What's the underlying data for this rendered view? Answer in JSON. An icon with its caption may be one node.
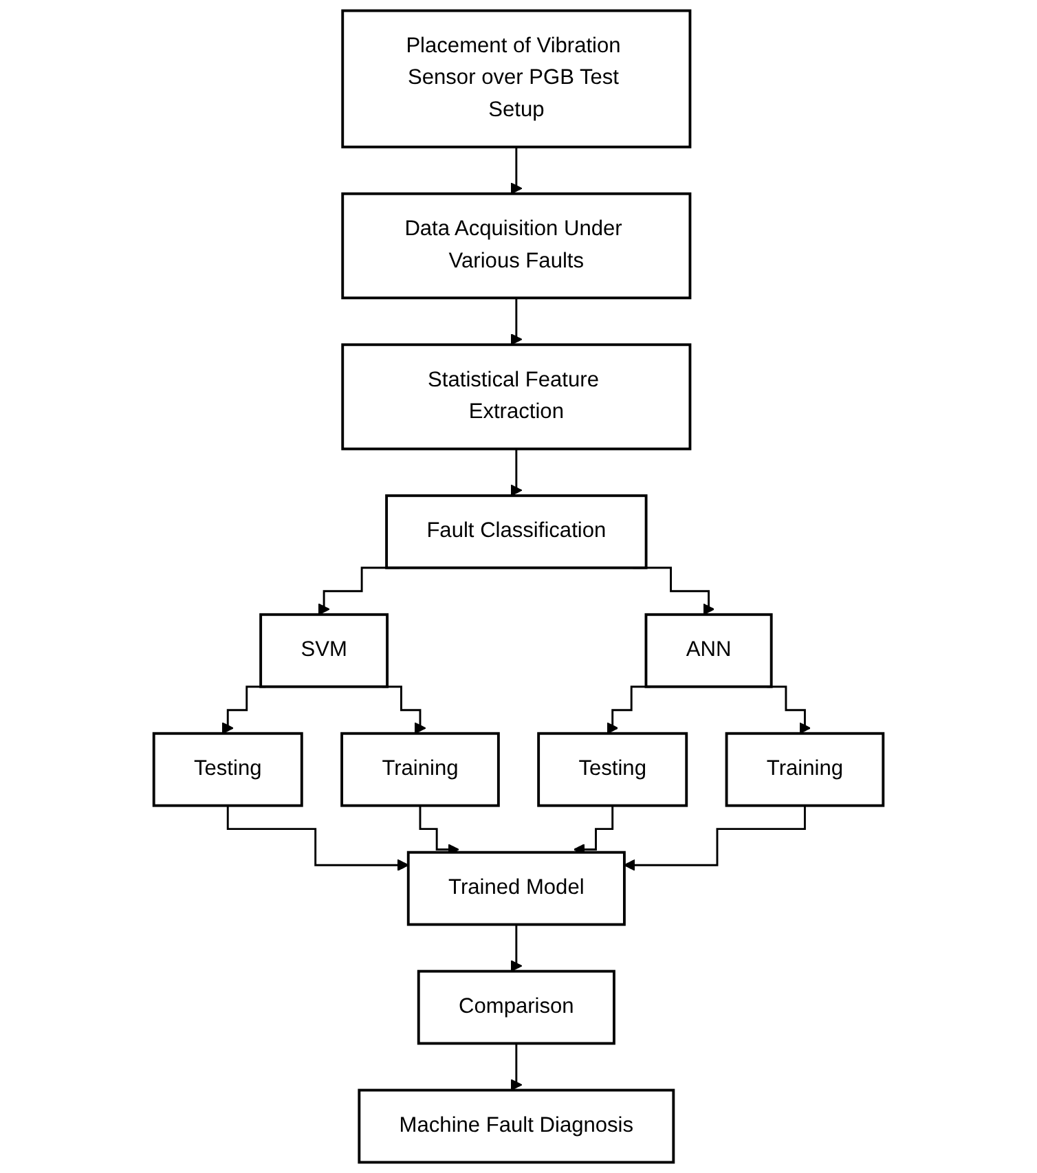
{
  "diagram": {
    "nodes": [
      {
        "text": [
          "Placement of Vibration Sensor over PGB Test Setup"
        ]
      },
      {
        "text": [
          "Data Acquisition Under Various Faults"
        ]
      },
      {
        "text": [
          "Statistical Feature Extraction"
        ]
      },
      {
        "text": [
          "Fault Classification"
        ]
      },
      {
        "text": [
          "SVM"
        ]
      },
      {
        "text": [
          "ANN"
        ]
      },
      {
        "text": [
          "Testing"
        ]
      },
      {
        "text": [
          "Training"
        ]
      },
      {
        "text": [
          "Testing"
        ]
      },
      {
        "text": [
          "Training"
        ]
      },
      {
        "text": [
          "Trained Model"
        ]
      },
      {
        "text": [
          "Comparison"
        ]
      },
      {
        "text": [
          "Machine Fault Diagnosis"
        ]
      }
    ],
    "edges": [
      {
        "from": 0,
        "to": 1,
        "arrow": "to"
      },
      {
        "from": 1,
        "to": 2,
        "arrow": "to"
      },
      {
        "from": 2,
        "to": 3,
        "arrow": "to"
      },
      {
        "from": 3,
        "to": 4,
        "arrow": "to"
      },
      {
        "from": 3,
        "to": 5,
        "arrow": "to"
      },
      {
        "from": 4,
        "to": 6,
        "arrow": "to"
      },
      {
        "from": 4,
        "to": 7,
        "arrow": "to"
      },
      {
        "from": 5,
        "to": 8,
        "arrow": "to"
      },
      {
        "from": 5,
        "to": 9,
        "arrow": "to"
      },
      {
        "from": 6,
        "to": 10,
        "arrow": "to"
      },
      {
        "from": 7,
        "to": 10,
        "arrow": "to"
      },
      {
        "from": 8,
        "to": 10,
        "arrow": "to"
      },
      {
        "from": 9,
        "to": 10,
        "arrow": "to"
      },
      {
        "from": 10,
        "to": 11,
        "arrow": "to"
      },
      {
        "from": 11,
        "to": 12,
        "arrow": "to"
      }
    ]
  }
}
